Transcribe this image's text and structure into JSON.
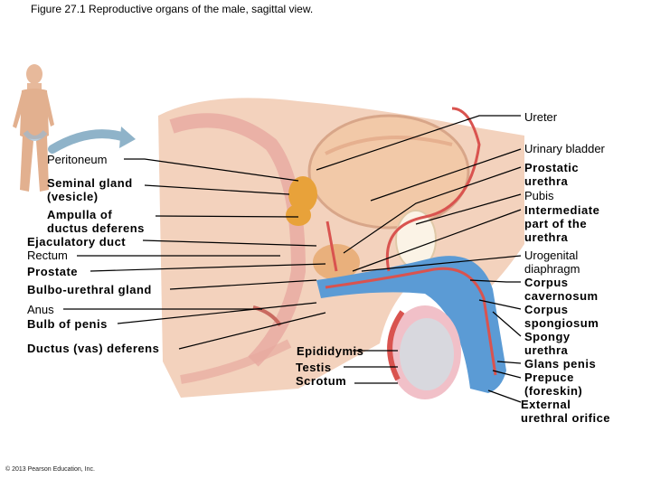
{
  "figure": {
    "title": "Figure 27.1 Reproductive organs of the male, sagittal view.",
    "copyright": "© 2013 Pearson Education, Inc."
  },
  "labels_left": {
    "peritoneum": "Peritoneum",
    "seminal_gland": "Seminal gland\n(vesicle)",
    "ampulla": "Ampulla of\nductus deferens",
    "ejaculatory_duct": "Ejaculatory duct",
    "rectum": "Rectum",
    "prostate": "Prostate",
    "bulbo_urethral": "Bulbo-urethral gland",
    "anus": "Anus",
    "bulb_of_penis": "Bulb of penis",
    "ductus_deferens": "Ductus (vas) deferens"
  },
  "labels_center": {
    "epididymis": "Epididymis",
    "testis": "Testis",
    "scrotum": "Scrotum"
  },
  "labels_right": {
    "ureter": "Ureter",
    "urinary_bladder": "Urinary bladder",
    "prostatic_urethra": "Prostatic\nurethra",
    "pubis": "Pubis",
    "intermediate_urethra": "Intermediate\npart of the\nurethra",
    "urogenital_diaphragm": "Urogenital\ndiaphragm",
    "corpus_cavernosum": "Corpus\ncavernosum",
    "corpus_spongiosum": "Corpus\nspongiosum",
    "spongy_urethra": "Spongy\nurethra",
    "glans_penis": "Glans penis",
    "prepuce": "Prepuce\n(foreskin)",
    "external_orifice": "External\nurethral orifice"
  },
  "colors": {
    "body_tissue": "#f3d2bd",
    "bladder": "#f2c9a8",
    "spongy_tissue": "#5b9bd5",
    "vessel_red": "#d9534f",
    "gland_orange": "#e8a23a",
    "testis_gray": "#d8d8de",
    "arrow_blue": "#8fb3c9"
  }
}
